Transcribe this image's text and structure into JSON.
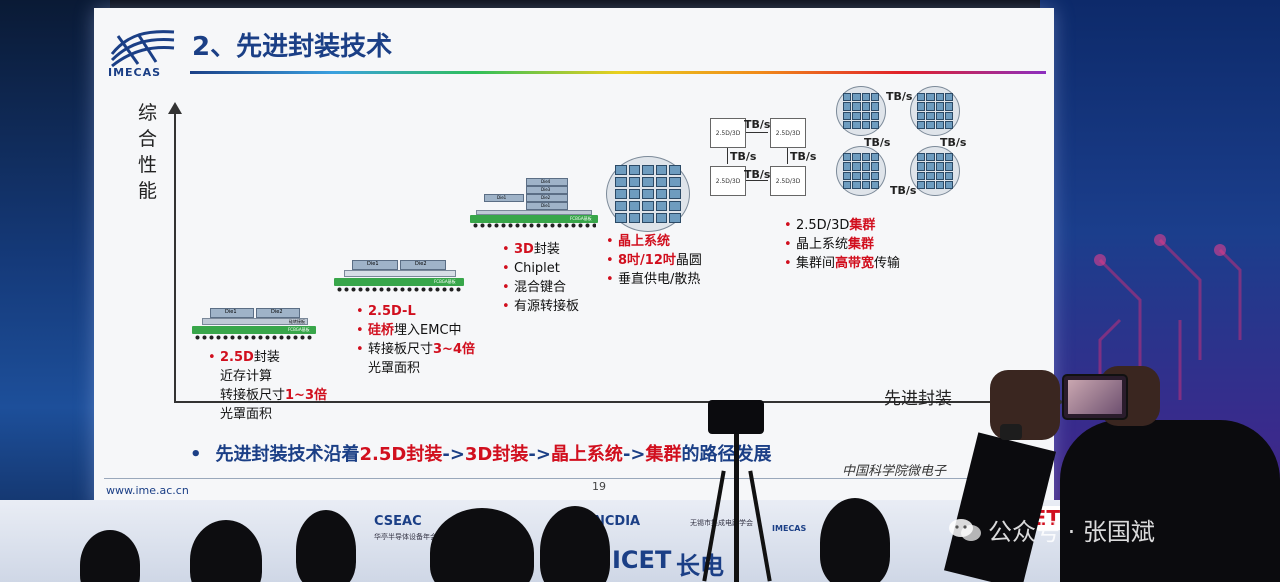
{
  "slide": {
    "logo_text": "IMECAS",
    "title": "2、先进封装技术",
    "y_axis_label": "综合性能",
    "x_axis_label": "先进封装",
    "stages": [
      {
        "package_labels": [
          "Die1",
          "Die2",
          "硅转接板",
          "FCBGA基板"
        ],
        "lines": [
          {
            "bullet": "•",
            "parts": [
              {
                "text": "2.5D",
                "red": true
              },
              {
                "text": "封装",
                "red": false
              }
            ]
          },
          {
            "bullet": "",
            "parts": [
              {
                "text": "近存计算",
                "red": false
              }
            ]
          },
          {
            "bullet": "",
            "parts": [
              {
                "text": "转接板尺寸",
                "red": false
              },
              {
                "text": "1~3倍",
                "red": true
              }
            ]
          },
          {
            "bullet": "",
            "parts": [
              {
                "text": "光罩面积",
                "red": false
              }
            ]
          }
        ]
      },
      {
        "package_labels": [
          "Die1",
          "Die2",
          "FCBGA基板"
        ],
        "lines": [
          {
            "bullet": "•",
            "parts": [
              {
                "text": "2.5D-L",
                "red": true
              }
            ]
          },
          {
            "bullet": "•",
            "parts": [
              {
                "text": "硅桥",
                "red": true
              },
              {
                "text": "埋入EMC中",
                "red": false
              }
            ]
          },
          {
            "bullet": "•",
            "parts": [
              {
                "text": "转接板尺寸",
                "red": false
              },
              {
                "text": "3~4倍",
                "red": true
              }
            ]
          },
          {
            "bullet": "",
            "parts": [
              {
                "text": "光罩面积",
                "red": false
              }
            ]
          }
        ]
      },
      {
        "package_labels": [
          "Die1",
          "Die4",
          "Die3",
          "Die2",
          "Die1",
          "FCBGA基板"
        ],
        "lines": [
          {
            "bullet": "•",
            "parts": [
              {
                "text": "3D",
                "red": true
              },
              {
                "text": "封装",
                "red": false
              }
            ]
          },
          {
            "bullet": "•",
            "parts": [
              {
                "text": "Chiplet",
                "red": false
              }
            ]
          },
          {
            "bullet": "•",
            "parts": [
              {
                "text": "混合键合",
                "red": false
              }
            ]
          },
          {
            "bullet": "•",
            "parts": [
              {
                "text": "有源转接板",
                "red": false
              }
            ]
          }
        ]
      },
      {
        "lines": [
          {
            "bullet": "•",
            "parts": [
              {
                "text": "晶上系统",
                "red": true
              }
            ]
          },
          {
            "bullet": "•",
            "parts": [
              {
                "text": "8吋/12吋",
                "red": true
              },
              {
                "text": "晶圆",
                "red": false
              }
            ]
          },
          {
            "bullet": "•",
            "parts": [
              {
                "text": "垂直供电/散热",
                "red": false
              }
            ]
          }
        ]
      },
      {
        "box_label": "2.5D/3D",
        "bandwidth_label": "TB/s",
        "lines": [
          {
            "bullet": "•",
            "parts": [
              {
                "text": "2.5D/3D",
                "red": false
              },
              {
                "text": "集群",
                "red": true
              }
            ]
          },
          {
            "bullet": "•",
            "parts": [
              {
                "text": "晶上系统",
                "red": false
              },
              {
                "text": "集群",
                "red": true
              }
            ]
          },
          {
            "bullet": "•",
            "parts": [
              {
                "text": "集群间",
                "red": false
              },
              {
                "text": "高带宽",
                "red": true
              },
              {
                "text": "传输",
                "red": false
              }
            ]
          }
        ]
      }
    ],
    "summary": {
      "bullet": "•",
      "parts": [
        {
          "text": "先进封装技术沿着",
          "red": false
        },
        {
          "text": "2.5D封装",
          "red": true
        },
        {
          "text": "->",
          "red": false
        },
        {
          "text": "3D封装",
          "red": true
        },
        {
          "text": "->",
          "red": false
        },
        {
          "text": "晶上系统",
          "red": true
        },
        {
          "text": "->",
          "red": false
        },
        {
          "text": "集群",
          "red": true
        },
        {
          "text": "的路径发展",
          "red": false
        }
      ]
    },
    "footer_url": "www.ime.ac.cn",
    "page_number": "19",
    "footer_signature": "中国科学院微电子"
  },
  "sponsors": [
    "CSEAC",
    "华亭半导体设备年会",
    "NCDIA",
    "无锡市集成电路学会",
    "IMECAS",
    "CETC",
    "ICET",
    "长电"
  ],
  "watermark": {
    "text": "公众号 · 张国斌"
  },
  "colors": {
    "brand_blue": "#1b3f86",
    "accent_red": "#d10f1e",
    "substrate_green": "#38a64a"
  }
}
